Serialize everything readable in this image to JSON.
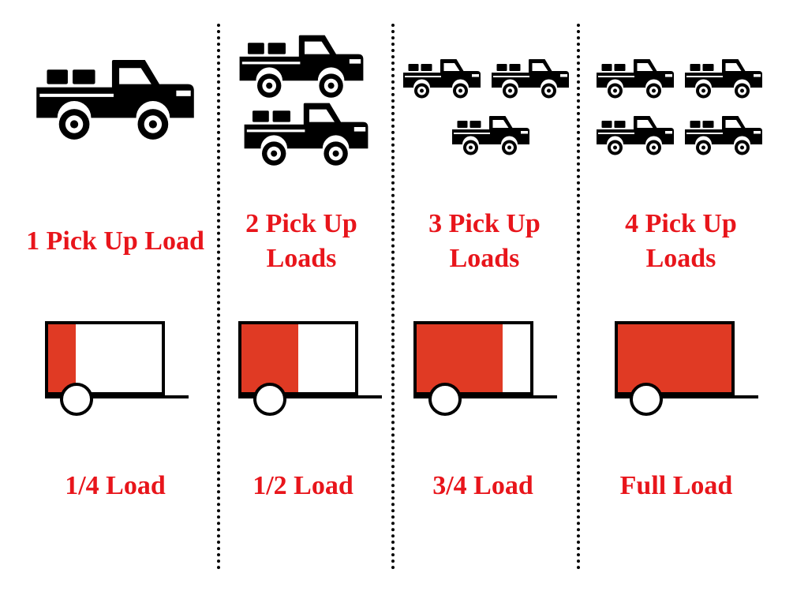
{
  "colors": {
    "accent": "#e03a24",
    "ink": "#000000",
    "label": "#e8151b"
  },
  "icons": {
    "truck": "pickup-truck-icon",
    "trailer": "trailer-icon"
  },
  "columns": [
    {
      "pickup_label": "1 Pick Up Load",
      "load_label": "1/4 Load",
      "truck_count": 1,
      "fill_fraction": 0.25
    },
    {
      "pickup_label": "2 Pick Up\nLoads",
      "load_label": "1/2 Load",
      "truck_count": 2,
      "fill_fraction": 0.5
    },
    {
      "pickup_label": "3 Pick Up\nLoads",
      "load_label": "3/4 Load",
      "truck_count": 3,
      "fill_fraction": 0.75
    },
    {
      "pickup_label": "4 Pick Up\nLoads",
      "load_label": "Full Load",
      "truck_count": 4,
      "fill_fraction": 1.0
    }
  ]
}
